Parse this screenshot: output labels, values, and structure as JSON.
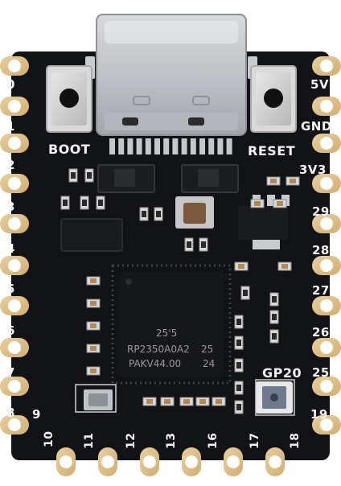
{
  "board": {
    "pcb_color": "#121316",
    "pad_color": "#e0c089",
    "silkscreen_color": "#f4f4f4"
  },
  "labels": {
    "left_pins": [
      "0",
      "1",
      "2",
      "3",
      "4",
      "5",
      "6",
      "7",
      "8",
      "9"
    ],
    "right_pins": [
      "5V",
      "GND",
      "3V3",
      "29",
      "28",
      "27",
      "26",
      "25",
      "19"
    ],
    "bottom_pins": [
      "10",
      "11",
      "12",
      "13",
      "16",
      "17",
      "18"
    ],
    "boot": "BOOT",
    "reset": "RESET",
    "led": "GP20"
  },
  "chip": {
    "line1": "25'5",
    "line2": "RP2350A0A2",
    "line2_suffix": "25",
    "line3": "PAKV44.00",
    "line3_suffix": "24"
  },
  "icons": {
    "usb": "usb-c-connector-icon",
    "buttons": "push-button-icon",
    "led": "rgb-led-icon"
  }
}
